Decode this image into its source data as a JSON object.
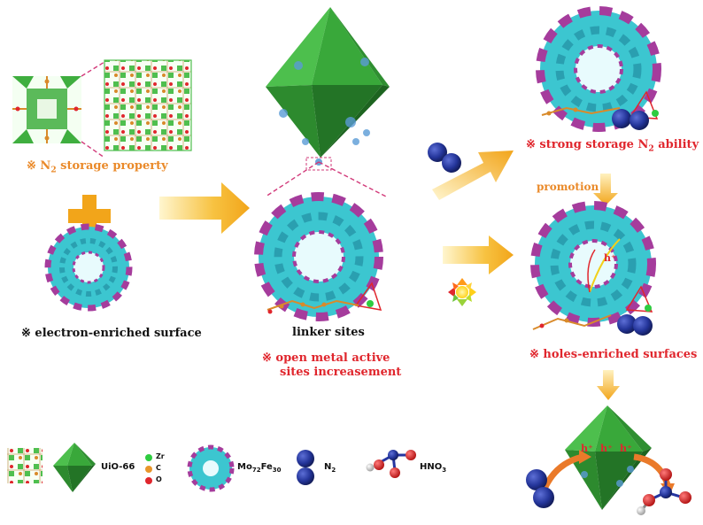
{
  "labels": {
    "n2_storage": "※ N",
    "n2_storage_sub": "2",
    "n2_storage_tail": " storage  property",
    "electron_surface": "※ electron-enriched surface",
    "linker_sites": "linker sites",
    "open_metal_1": "※ open metal active",
    "open_metal_2": "sites increasement",
    "strong_storage": "※ strong storage N",
    "strong_storage_sub": "2",
    "strong_storage_tail": " ability",
    "promotion": "promotion",
    "holes_surfaces": "※ holes-enriched surfaces",
    "h_plus": "h⁺"
  },
  "legend": {
    "uio": "UiO-66",
    "zr": "Zr",
    "c": "C",
    "o": "O",
    "mo_fe": "Mo",
    "mo_sub": "72",
    "fe": "Fe",
    "fe_sub": "30",
    "n2": "N",
    "n2_sub": "2",
    "hno3": "HNO",
    "hno3_sub": "3"
  },
  "colors": {
    "orange_text": "#ea8a2a",
    "red_text": "#e0262d",
    "arrow": "#f4b01a",
    "octahedron": "#3fae3f",
    "polyoxo_cyan": "#3cc6d0",
    "polyoxo_purple": "#a53c9c",
    "n2_blue": "#1f2f8a"
  }
}
